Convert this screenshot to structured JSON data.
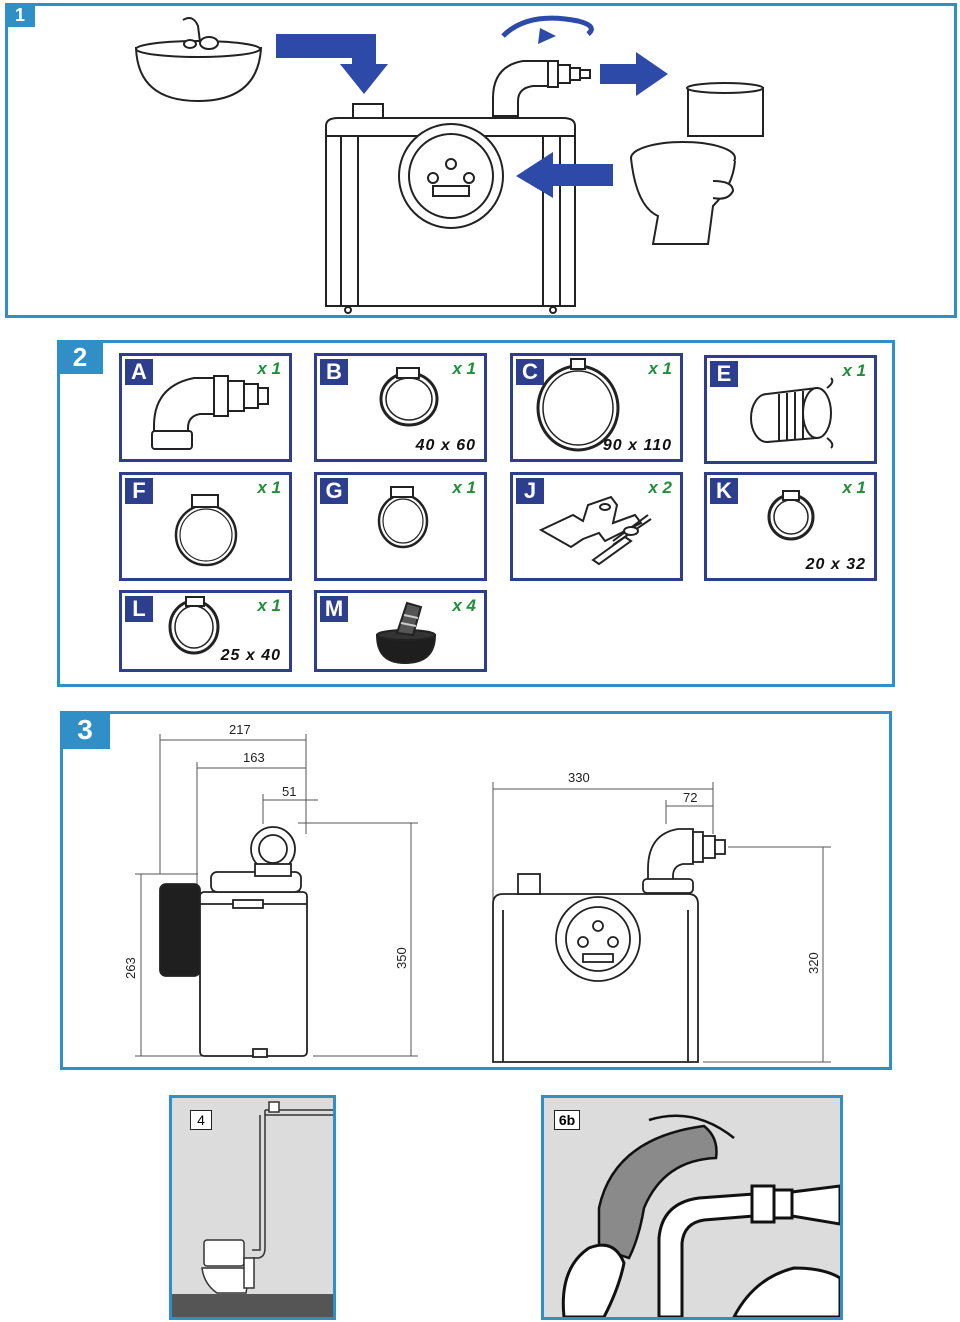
{
  "panel1": {
    "number": "1"
  },
  "panel2": {
    "number": "2",
    "cards": [
      {
        "letter": "A",
        "qty": "x 1",
        "size": ""
      },
      {
        "letter": "B",
        "qty": "x 1",
        "size": "40 x 60"
      },
      {
        "letter": "C",
        "qty": "x 1",
        "size": "90 x 110"
      },
      {
        "letter": "E",
        "qty": "x 1",
        "size": ""
      },
      {
        "letter": "F",
        "qty": "x 1",
        "size": ""
      },
      {
        "letter": "G",
        "qty": "x 1",
        "size": ""
      },
      {
        "letter": "J",
        "qty": "x 2",
        "size": ""
      },
      {
        "letter": "K",
        "qty": "x 1",
        "size": "20 x 32"
      },
      {
        "letter": "L",
        "qty": "x 1",
        "size": "25 x 40"
      },
      {
        "letter": "M",
        "qty": "x 4",
        "size": ""
      }
    ]
  },
  "panel3": {
    "number": "3",
    "dims": {
      "d217": "217",
      "d163": "163",
      "d51": "51",
      "d263": "263",
      "d350": "350",
      "d330": "330",
      "d72": "72",
      "d320": "320"
    }
  },
  "panel4": {
    "label": "4"
  },
  "panel6b": {
    "label": "6b"
  },
  "colors": {
    "panel_border": "#2f8fc6",
    "card_border": "#2d3e8e",
    "arrow": "#2d4aa8",
    "qty": "#1f8f3a"
  }
}
